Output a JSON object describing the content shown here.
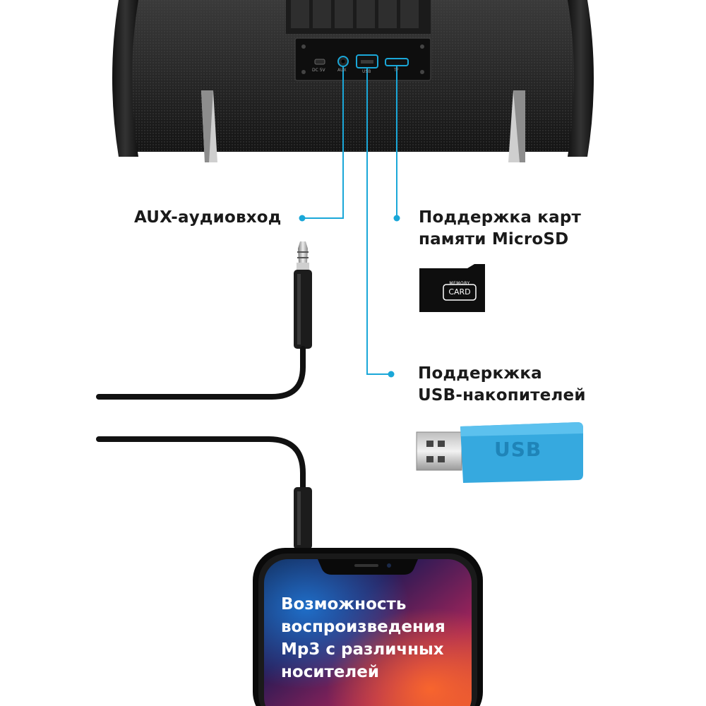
{
  "labels": {
    "aux": "AUX-аудиовход",
    "microsd_line1": "Поддержка карт",
    "microsd_line2": "памяти MicroSD",
    "usb_line1": "Поддеркжка",
    "usb_line2": "USB-накопителей"
  },
  "speaker_panel": {
    "dc_label": "DC 5V",
    "aux_label": "AUX",
    "usb_label": "USB",
    "tf_label": "TF"
  },
  "memory_card": {
    "line1": "MEMORY",
    "line2": "CARD"
  },
  "usb_stick": {
    "label": "USB"
  },
  "phone": {
    "line1": "Возможность",
    "line2": "воспроизведения",
    "line3": "Mp3 с различных",
    "line4": "носителей"
  },
  "colors": {
    "accent": "#1aa7d8",
    "usb_body": "#36a9df",
    "speaker": "#222222"
  }
}
